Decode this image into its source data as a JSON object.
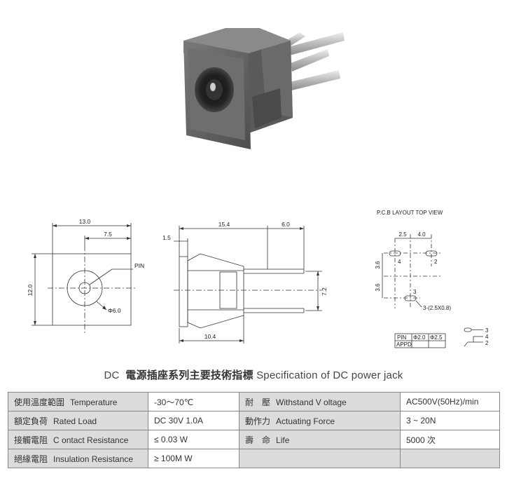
{
  "drawings": {
    "front": {
      "dim_width": "13.0",
      "dim_offset": "7.5",
      "dim_height": "12.0",
      "pin_label": "PIN",
      "hole_label": "Φ6.0"
    },
    "side": {
      "dim_length": "15.4",
      "dim_pin": "6.0",
      "dim_step": "1.5",
      "dim_spacing": "7.2",
      "dim_bottom": "10.4"
    },
    "pcb": {
      "title": "P.C.B LAYOUT   TOP VIEW",
      "dim_a": "2.5",
      "dim_b": "4.0",
      "dim_c": "3.6",
      "dim_d": "3.6",
      "pad1": "4",
      "pad2": "2",
      "pad3": "3",
      "slot_note": "3-(2.5X0.8)",
      "pin_table": {
        "header": [
          "PIN",
          "Φ2.0",
          "Φ2.5"
        ],
        "row": [
          "APPD",
          "",
          ""
        ]
      },
      "symbol_labels": [
        "3",
        "4",
        "2"
      ]
    }
  },
  "title": {
    "prefix": "DC",
    "chinese": "電源插座系列主要技術指標",
    "english": "Specification of DC power jack"
  },
  "spec_rows": [
    {
      "zh": "使用溫度範圍",
      "en": "Temperature",
      "value": "-30～70℃",
      "zh2": "耐　壓",
      "en2": "Withstand V oltage",
      "value2": "AC500V(50Hz)/min"
    },
    {
      "zh": "額定負荷",
      "en": "Rated Load",
      "value": "DC  30V  1.0A",
      "zh2": "動作力",
      "en2": "Actuating Force",
      "value2": "3 ~ 20N"
    },
    {
      "zh": "接觸電阻",
      "en": "C ontact Resistance",
      "value": "≤ 0.03 W",
      "zh2": "壽　命",
      "en2": "Life",
      "value2": "5000 次"
    },
    {
      "zh": "絕緣電阻",
      "en": "Insulation Resistance",
      "value": "≥ 100M W",
      "zh2": "",
      "en2": "",
      "value2": ""
    }
  ]
}
